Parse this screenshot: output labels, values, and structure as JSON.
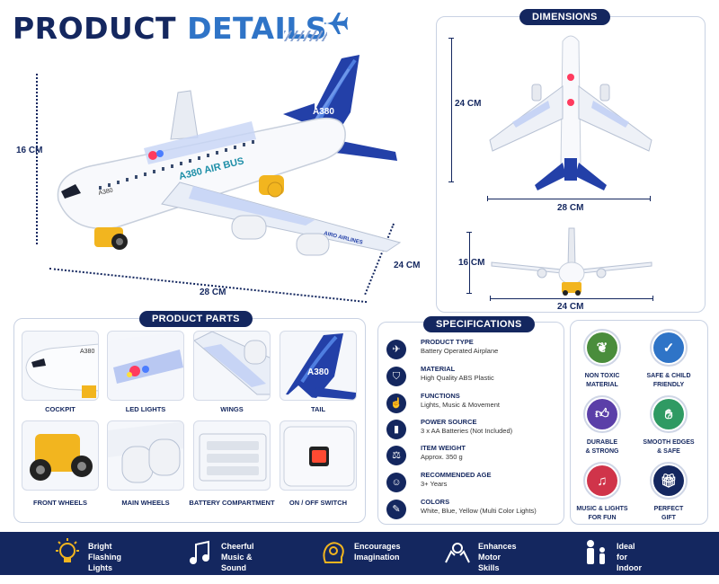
{
  "title": {
    "word1": "PRODUCT",
    "word2": "DETAILS"
  },
  "main_view": {
    "height_label": "16 CM",
    "length_label": "28 CM",
    "depth_label": "24 CM",
    "fuselage_text": "A380 AIR BUS",
    "nose_text": "A380",
    "tail_text": "A380",
    "wing_text": "AIRO AIRLINES"
  },
  "dimensions": {
    "header": "DIMENSIONS",
    "top_height": "24 CM",
    "top_width": "28 CM",
    "front_height": "16 CM",
    "front_width": "24 CM"
  },
  "parts": {
    "header": "PRODUCT PARTS",
    "items": [
      {
        "label": "COCKPIT"
      },
      {
        "label": "LED LIGHTS"
      },
      {
        "label": "WINGS"
      },
      {
        "label": "TAIL"
      },
      {
        "label": "FRONT WHEELS"
      },
      {
        "label": "MAIN WHEELS"
      },
      {
        "label": "BATTERY COMPARTMENT"
      },
      {
        "label": "ON / OFF SWITCH"
      }
    ],
    "cockpit_text": "A380",
    "tail_text": "A380"
  },
  "specs": {
    "header": "SPECIFICATIONS",
    "items": [
      {
        "title": "PRODUCT TYPE",
        "value": "Battery Operated Airplane",
        "icon": "airplane-icon"
      },
      {
        "title": "MATERIAL",
        "value": "High Quality ABS Plastic",
        "icon": "shield-icon"
      },
      {
        "title": "FUNCTIONS",
        "value": "Lights, Music & Movement",
        "icon": "hand-icon"
      },
      {
        "title": "POWER SOURCE",
        "value": "3 x AA Batteries (Not Included)",
        "icon": "battery-icon"
      },
      {
        "title": "ITEM WEIGHT",
        "value": "Approx. 350 g",
        "icon": "weight-icon"
      },
      {
        "title": "RECOMMENDED AGE",
        "value": "3+ Years",
        "icon": "person-icon"
      },
      {
        "title": "COLORS",
        "value": "White, Blue, Yellow (Multi Color Lights)",
        "icon": "palette-icon"
      }
    ]
  },
  "features": [
    {
      "label": "NON TOXIC\nMATERIAL",
      "icon": "leaf-icon",
      "color": "#4a8d3c"
    },
    {
      "label": "SAFE & CHILD\nFRIENDLY",
      "icon": "shield-check-icon",
      "color": "#2f74c7"
    },
    {
      "label": "DURABLE\n& STRONG",
      "icon": "thumbs-up-icon",
      "color": "#5b3fa8"
    },
    {
      "label": "SMOOTH EDGES\n& SAFE",
      "icon": "smooth-hand-icon",
      "color": "#2f9a63"
    },
    {
      "label": "MUSIC & LIGHTS\nFOR FUN",
      "icon": "music-note-icon",
      "color": "#d0344a"
    },
    {
      "label": "PERFECT\nGIFT",
      "icon": "gift-icon",
      "color": "#14275f"
    }
  ],
  "footer": [
    {
      "label": "Bright Flashing\nLights",
      "icon": "lightbulb-icon"
    },
    {
      "label": "Cheerful Music &\nSound",
      "icon": "music-icon"
    },
    {
      "label": "Encourages\nImagination",
      "icon": "brain-icon"
    },
    {
      "label": "Enhances\nMotor Skills",
      "icon": "hands-icon"
    },
    {
      "label": "Ideal for\nIndoor Play",
      "icon": "family-icon"
    }
  ],
  "colors": {
    "navy": "#14275f",
    "blue": "#2f74c7",
    "yellow": "#f2b51f",
    "accent_red": "#d0344a"
  }
}
